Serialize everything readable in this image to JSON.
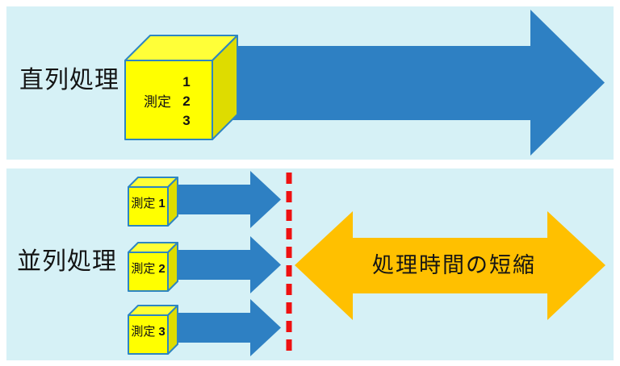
{
  "colors": {
    "panel_bg": "#d6f1f6",
    "arrow_blue": "#2e80c3",
    "orange": "#ffc000",
    "cube_front": "#ffff00",
    "cube_top": "#ffff38",
    "cube_side": "#dedc00",
    "cube_border": "#2e86c1",
    "divider_red": "#ee1111",
    "text": "#141414"
  },
  "serial": {
    "label": "直列処理",
    "cube": {
      "label": "測定",
      "items": [
        "1",
        "2",
        "3"
      ]
    }
  },
  "parallel": {
    "label": "並列処理",
    "cubes": [
      {
        "label": "測定",
        "num": "1"
      },
      {
        "label": "測定",
        "num": "2"
      },
      {
        "label": "測定",
        "num": "3"
      }
    ],
    "result_label": "処理時間の短縮"
  }
}
